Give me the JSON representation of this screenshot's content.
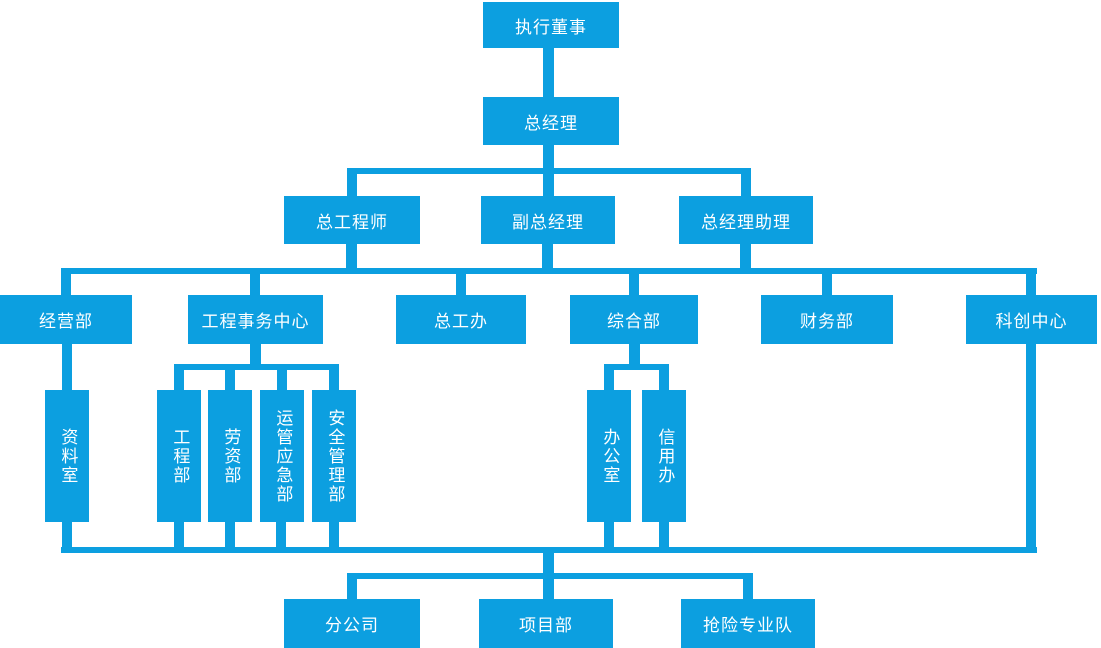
{
  "diagram": {
    "type": "org-chart",
    "accent_color": "#0c9fe0",
    "text_color": "#ffffff",
    "background_color": "#ffffff"
  },
  "nodes": [
    {
      "id": "executive-director",
      "label": "执行董事",
      "level": 1
    },
    {
      "id": "general-manager",
      "label": "总经理",
      "level": 2
    },
    {
      "id": "chief-engineer",
      "label": "总工程师",
      "level": 3
    },
    {
      "id": "deputy-gm",
      "label": "副总经理",
      "level": 3
    },
    {
      "id": "gm-assistant",
      "label": "总经理助理",
      "level": 3
    },
    {
      "id": "operations-dept",
      "label": "经营部",
      "level": 4
    },
    {
      "id": "engineering-affairs-center",
      "label": "工程事务中心",
      "level": 4
    },
    {
      "id": "chief-engineer-office",
      "label": "总工办",
      "level": 4
    },
    {
      "id": "general-affairs-dept",
      "label": "综合部",
      "level": 4
    },
    {
      "id": "finance-dept",
      "label": "财务部",
      "level": 4
    },
    {
      "id": "sci-tech-innovation-center",
      "label": "科创中心",
      "level": 4
    },
    {
      "id": "archives-room",
      "label": "资料室",
      "level": 5
    },
    {
      "id": "engineering-dept",
      "label": "工程部",
      "level": 5
    },
    {
      "id": "labor-wage-dept",
      "label": "劳资部",
      "level": 5
    },
    {
      "id": "ops-emergency-dept",
      "label": "运管应急部",
      "level": 5
    },
    {
      "id": "safety-mgmt-dept",
      "label": "安全管理部",
      "level": 5
    },
    {
      "id": "office",
      "label": "办公室",
      "level": 5
    },
    {
      "id": "credit-office",
      "label": "信用办",
      "level": 5
    },
    {
      "id": "branch-company",
      "label": "分公司",
      "level": 6
    },
    {
      "id": "project-dept",
      "label": "项目部",
      "level": 6
    },
    {
      "id": "emergency-rescue-team",
      "label": "抢险专业队",
      "level": 6
    }
  ],
  "edges": [
    {
      "parents": [
        "executive-director"
      ],
      "children": [
        "general-manager"
      ]
    },
    {
      "parents": [
        "general-manager"
      ],
      "children": [
        "chief-engineer",
        "deputy-gm",
        "gm-assistant"
      ]
    },
    {
      "parents": [
        "chief-engineer",
        "deputy-gm",
        "gm-assistant"
      ],
      "children": [
        "operations-dept",
        "engineering-affairs-center",
        "chief-engineer-office",
        "general-affairs-dept",
        "finance-dept",
        "sci-tech-innovation-center"
      ]
    },
    {
      "parents": [
        "operations-dept"
      ],
      "children": [
        "archives-room"
      ]
    },
    {
      "parents": [
        "engineering-affairs-center"
      ],
      "children": [
        "engineering-dept",
        "labor-wage-dept",
        "ops-emergency-dept",
        "safety-mgmt-dept"
      ]
    },
    {
      "parents": [
        "general-affairs-dept"
      ],
      "children": [
        "office",
        "credit-office"
      ]
    },
    {
      "parents": [
        "archives-room",
        "engineering-dept",
        "labor-wage-dept",
        "ops-emergency-dept",
        "safety-mgmt-dept",
        "office",
        "credit-office",
        "sci-tech-innovation-center"
      ],
      "children": [
        "branch-company",
        "project-dept",
        "emergency-rescue-team"
      ]
    }
  ]
}
